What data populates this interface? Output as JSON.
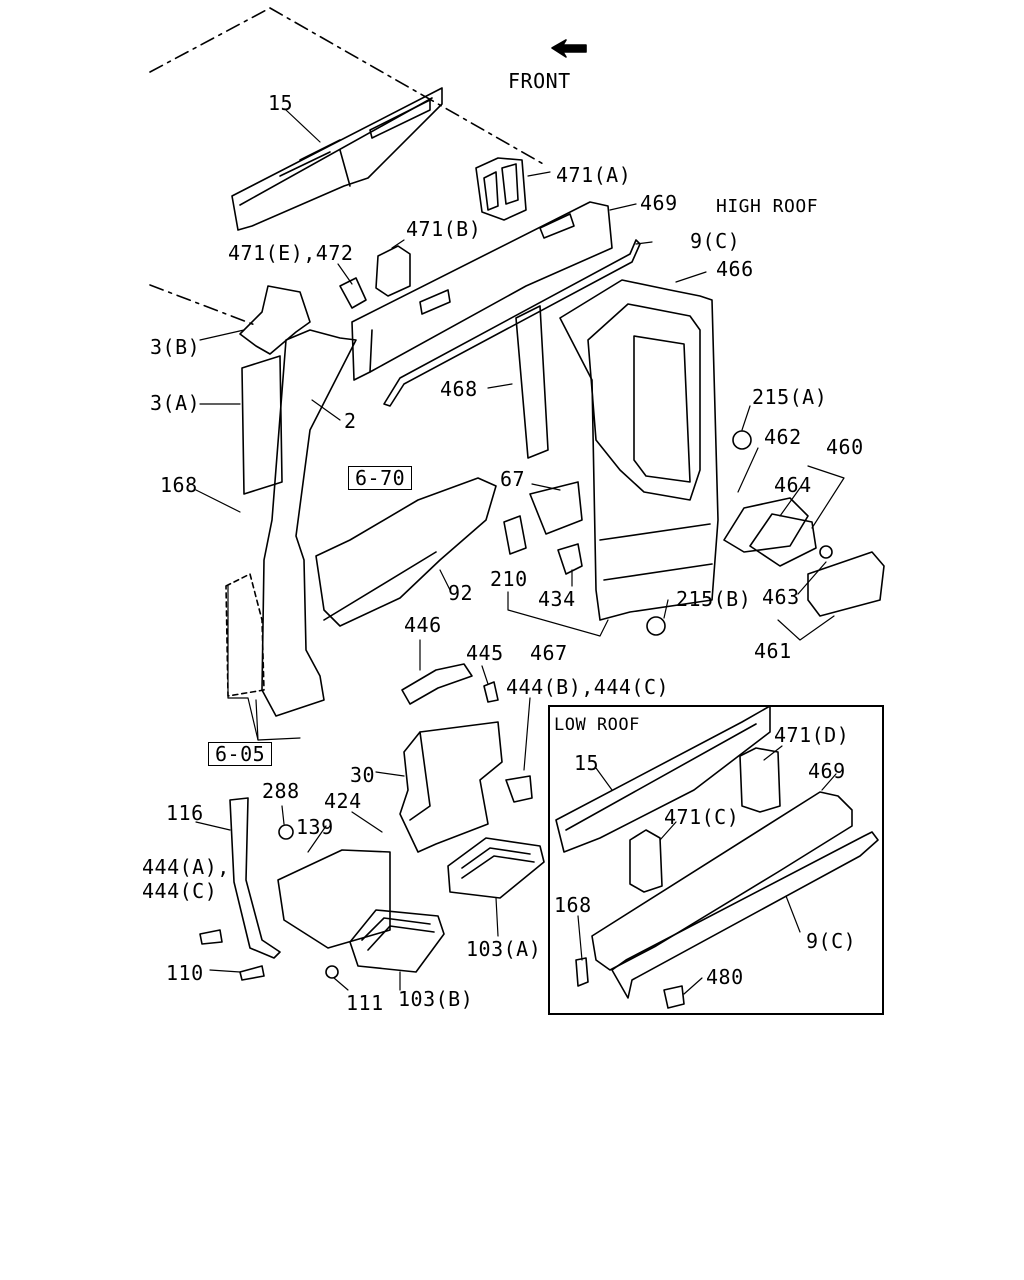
{
  "header": {
    "direction_label": "FRONT",
    "section_label": "HIGH ROOF"
  },
  "inset": {
    "title": "LOW ROOF"
  },
  "reference_boxes": [
    {
      "id": "ref-6-70",
      "text": "6-70"
    },
    {
      "id": "ref-6-05",
      "text": "6-05"
    }
  ],
  "callouts": [
    {
      "id": "c15",
      "text": "15"
    },
    {
      "id": "c471a",
      "text": "471(A)"
    },
    {
      "id": "c469",
      "text": "469"
    },
    {
      "id": "c471b",
      "text": "471(B)"
    },
    {
      "id": "c471e472",
      "text": "471(E),472"
    },
    {
      "id": "c9c",
      "text": "9(C)"
    },
    {
      "id": "c466",
      "text": "466"
    },
    {
      "id": "c3b",
      "text": "3(B)"
    },
    {
      "id": "c3a",
      "text": "3(A)"
    },
    {
      "id": "c2",
      "text": "2"
    },
    {
      "id": "c468",
      "text": "468"
    },
    {
      "id": "c215a",
      "text": "215(A)"
    },
    {
      "id": "c462",
      "text": "462"
    },
    {
      "id": "c460",
      "text": "460"
    },
    {
      "id": "c168",
      "text": "168"
    },
    {
      "id": "c67",
      "text": "67"
    },
    {
      "id": "c464",
      "text": "464"
    },
    {
      "id": "c92",
      "text": "92"
    },
    {
      "id": "c210",
      "text": "210"
    },
    {
      "id": "c434",
      "text": "434"
    },
    {
      "id": "c215b",
      "text": "215(B)"
    },
    {
      "id": "c463",
      "text": "463"
    },
    {
      "id": "c446",
      "text": "446"
    },
    {
      "id": "c445",
      "text": "445"
    },
    {
      "id": "c467",
      "text": "467"
    },
    {
      "id": "c461",
      "text": "461"
    },
    {
      "id": "c444bc",
      "text": "444(B),444(C)"
    },
    {
      "id": "c30",
      "text": "30"
    },
    {
      "id": "c288",
      "text": "288"
    },
    {
      "id": "c116",
      "text": "116"
    },
    {
      "id": "c424",
      "text": "424"
    },
    {
      "id": "c139",
      "text": "139"
    },
    {
      "id": "c444a",
      "text": "444(A),"
    },
    {
      "id": "c444c",
      "text": "444(C)"
    },
    {
      "id": "c103a",
      "text": "103(A)"
    },
    {
      "id": "c110",
      "text": "110"
    },
    {
      "id": "c111",
      "text": "111"
    },
    {
      "id": "c103b",
      "text": "103(B)"
    }
  ],
  "inset_callouts": [
    {
      "id": "i15",
      "text": "15"
    },
    {
      "id": "i471d",
      "text": "471(D)"
    },
    {
      "id": "i469",
      "text": "469"
    },
    {
      "id": "i471c",
      "text": "471(C)"
    },
    {
      "id": "i168",
      "text": "168"
    },
    {
      "id": "i9c",
      "text": "9(C)"
    },
    {
      "id": "i480",
      "text": "480"
    }
  ]
}
